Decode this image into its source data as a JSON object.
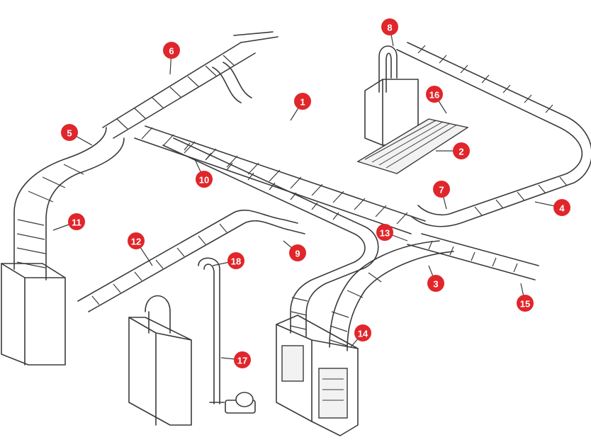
{
  "diagram": {
    "callout_color": "#e0262b",
    "callouts": [
      {
        "label": "1"
      },
      {
        "label": "2"
      },
      {
        "label": "3"
      },
      {
        "label": "4"
      },
      {
        "label": "5"
      },
      {
        "label": "6"
      },
      {
        "label": "7"
      },
      {
        "label": "8"
      },
      {
        "label": "9"
      },
      {
        "label": "10"
      },
      {
        "label": "11"
      },
      {
        "label": "12"
      },
      {
        "label": "13"
      },
      {
        "label": "14"
      },
      {
        "label": "15"
      },
      {
        "label": "16"
      },
      {
        "label": "17"
      },
      {
        "label": "18"
      }
    ]
  }
}
